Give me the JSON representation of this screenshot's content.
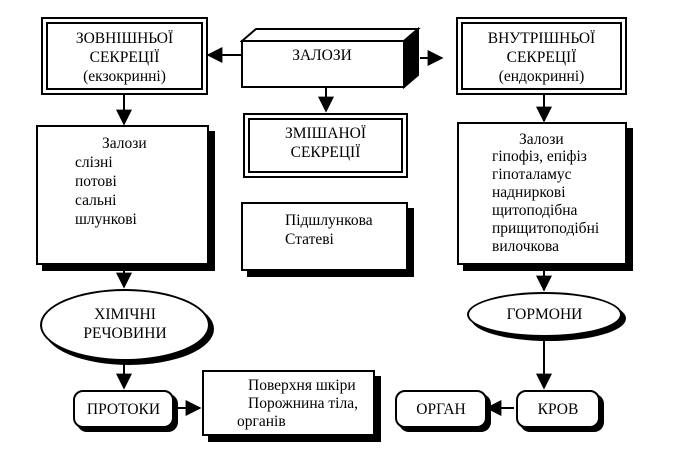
{
  "center": {
    "title": "ЗАЛОЗИ"
  },
  "left_header": {
    "line1": "ЗОВНІШНЬОЇ",
    "line2": "СЕКРЕЦІЇ",
    "line3": "(екзокринні)"
  },
  "right_header": {
    "line1": "ВНУТРІШНЬОЇ",
    "line2": "СЕКРЕЦІЇ",
    "line3": "(ендокринні)"
  },
  "mixed_header": {
    "line1": "ЗМІШАНОЇ",
    "line2": "СЕКРЕЦІЇ"
  },
  "left_list": [
    "Залози",
    "слізні",
    "потові",
    "сальні",
    "шлункові"
  ],
  "mixed_list": [
    "Підшлункова",
    "Статеві"
  ],
  "right_list": [
    "Залози",
    "гіпофіз, епіфіз",
    "гіпоталамус",
    "надниркові",
    "щитоподібна",
    "прищитоподібні",
    "вилочкова"
  ],
  "chem": {
    "line1": "ХІМІЧНІ",
    "line2": "РЕЧОВИНИ"
  },
  "hormones": {
    "label": "ГОРМОНИ"
  },
  "ducts": {
    "label": "ПРОТОКИ"
  },
  "destinations": {
    "line1": "Поверхня шкіри",
    "line2": "Порожнина тіла,",
    "line3": "органів"
  },
  "organ": {
    "label": "ОРГАН"
  },
  "blood": {
    "label": "КРОВ"
  }
}
